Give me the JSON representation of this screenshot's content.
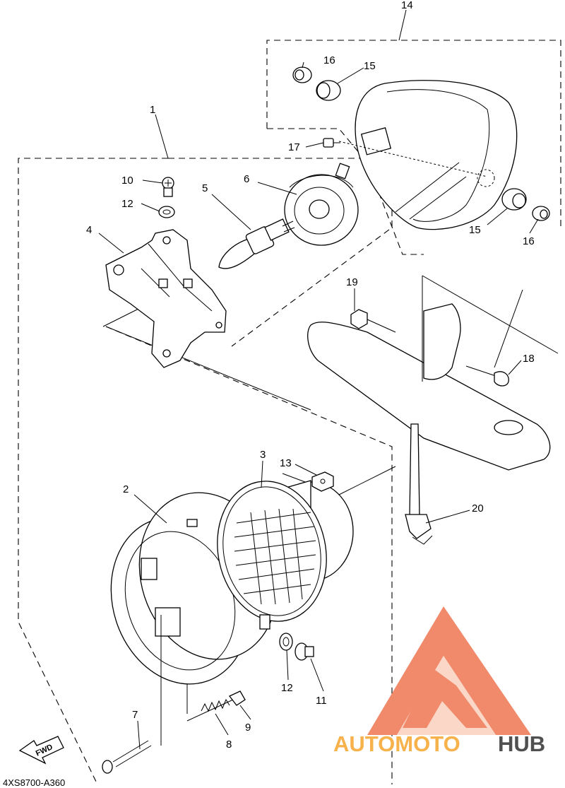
{
  "diagram": {
    "code": "4XS8700-A360",
    "fwd_label": "FWD",
    "callouts": [
      {
        "id": "c1",
        "text": "1"
      },
      {
        "id": "c2",
        "text": "2"
      },
      {
        "id": "c3",
        "text": "3"
      },
      {
        "id": "c4",
        "text": "4"
      },
      {
        "id": "c5",
        "text": "5"
      },
      {
        "id": "c6",
        "text": "6"
      },
      {
        "id": "c7",
        "text": "7"
      },
      {
        "id": "c8",
        "text": "8"
      },
      {
        "id": "c9",
        "text": "9"
      },
      {
        "id": "c10",
        "text": "10"
      },
      {
        "id": "c11",
        "text": "11"
      },
      {
        "id": "c12a",
        "text": "12"
      },
      {
        "id": "c12b",
        "text": "12"
      },
      {
        "id": "c13",
        "text": "13"
      },
      {
        "id": "c14",
        "text": "14"
      },
      {
        "id": "c15a",
        "text": "15"
      },
      {
        "id": "c15b",
        "text": "15"
      },
      {
        "id": "c16a",
        "text": "16"
      },
      {
        "id": "c16b",
        "text": "16"
      },
      {
        "id": "c17",
        "text": "17"
      },
      {
        "id": "c18",
        "text": "18"
      },
      {
        "id": "c19",
        "text": "19"
      },
      {
        "id": "c20",
        "text": "20"
      }
    ]
  },
  "watermark": {
    "word1": "AUTOMOTO",
    "word2": "HUB",
    "color_primary": "#f08a6a",
    "color_light": "#fbd7c8",
    "color_word1": "#f7b24c",
    "color_word2": "#505050"
  }
}
